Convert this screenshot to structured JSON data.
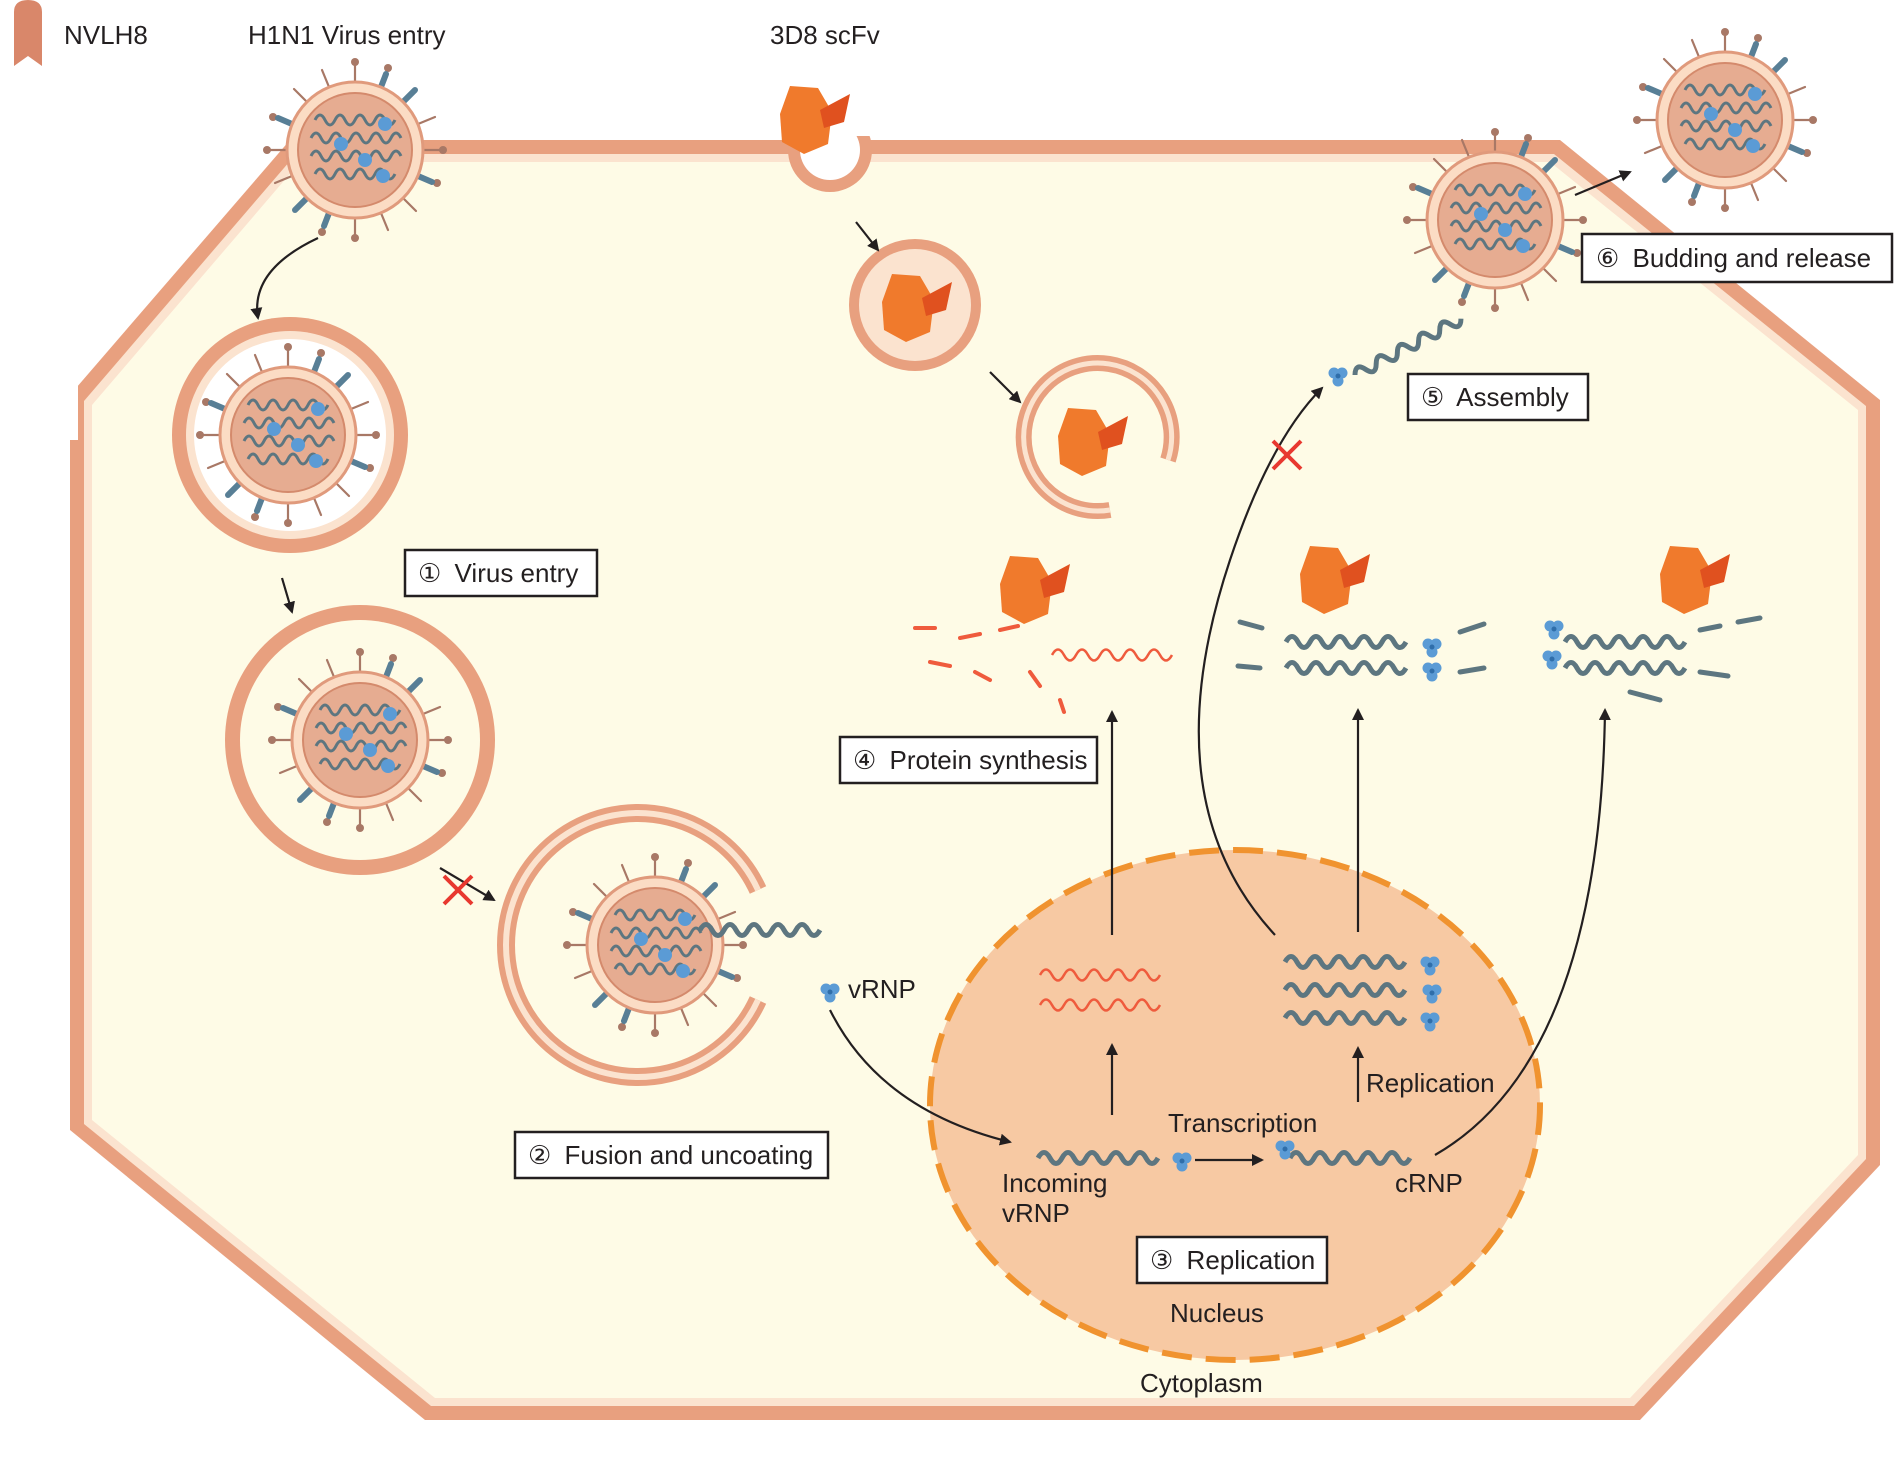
{
  "legend": {
    "label": "NVLH8",
    "icon": "nvlh8-antibody-icon",
    "color": "#d9876a"
  },
  "top_labels": {
    "virus_entry": "H1N1 Virus entry",
    "antibody": "3D8 scFv"
  },
  "steps": [
    {
      "num": "①",
      "label": "Virus entry"
    },
    {
      "num": "②",
      "label": "Fusion and uncoating"
    },
    {
      "num": "③",
      "label": "Replication"
    },
    {
      "num": "④",
      "label": "Protein synthesis"
    },
    {
      "num": "⑤",
      "label": "Assembly"
    },
    {
      "num": "⑥",
      "label": "Budding and release"
    }
  ],
  "labels": {
    "vrnp": "vRNP",
    "incoming_line1": "Incoming",
    "incoming_line2": "vRNP",
    "transcription": "Transcription",
    "replication": "Replication",
    "crnp": "cRNP",
    "nucleus": "Nucleus",
    "cytoplasm": "Cytoplasm"
  },
  "colors": {
    "membrane_outer": "#e8a07f",
    "membrane_inner": "#fbe3cf",
    "cytoplasm": "#fefbe6",
    "nucleus": "#f7c9a3",
    "nucleus_border": "#f0932f",
    "scfv": "#f07a2c",
    "scfv_dark": "#e0511f",
    "rna_gray": "#5d7680",
    "mrna_red": "#ef5b3d",
    "np_blue": "#5b9bd5",
    "inhibit_x": "#e8382f"
  }
}
